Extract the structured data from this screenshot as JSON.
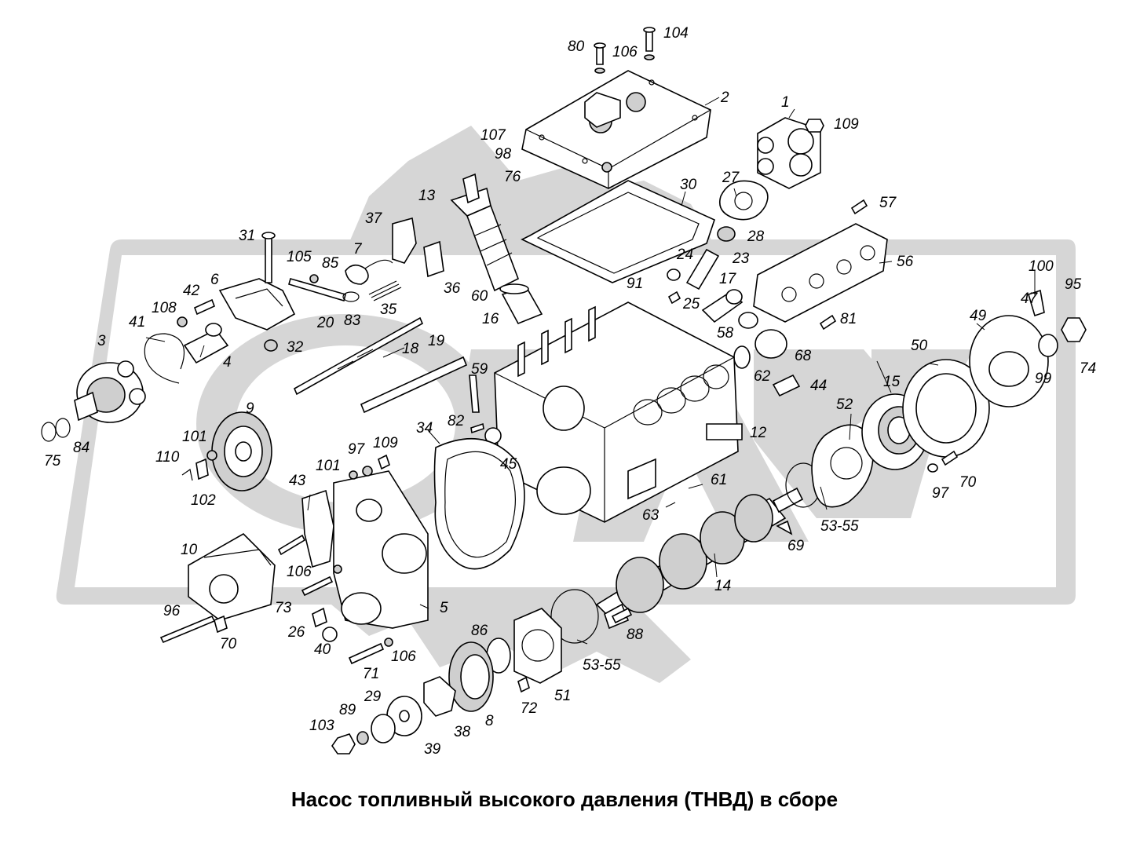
{
  "title": "Насос топливный высокого давления (ТНВД) в сборе",
  "labels": [
    {
      "id": "104"
    },
    {
      "id": "80"
    },
    {
      "id": "106"
    },
    {
      "id": "2"
    },
    {
      "id": "1"
    },
    {
      "id": "109"
    },
    {
      "id": "107"
    },
    {
      "id": "98"
    },
    {
      "id": "76"
    },
    {
      "id": "27"
    },
    {
      "id": "30"
    },
    {
      "id": "57"
    },
    {
      "id": "13"
    },
    {
      "id": "37"
    },
    {
      "id": "28"
    },
    {
      "id": "31"
    },
    {
      "id": "7"
    },
    {
      "id": "105"
    },
    {
      "id": "85"
    },
    {
      "id": "36"
    },
    {
      "id": "24"
    },
    {
      "id": "23"
    },
    {
      "id": "56"
    },
    {
      "id": "6"
    },
    {
      "id": "42"
    },
    {
      "id": "108"
    },
    {
      "id": "60"
    },
    {
      "id": "91"
    },
    {
      "id": "17"
    },
    {
      "id": "100"
    },
    {
      "id": "95"
    },
    {
      "id": "35"
    },
    {
      "id": "20"
    },
    {
      "id": "83"
    },
    {
      "id": "25"
    },
    {
      "id": "47"
    },
    {
      "id": "16"
    },
    {
      "id": "81"
    },
    {
      "id": "49"
    },
    {
      "id": "41"
    },
    {
      "id": "58"
    },
    {
      "id": "4"
    },
    {
      "id": "32"
    },
    {
      "id": "18"
    },
    {
      "id": "3"
    },
    {
      "id": "19"
    },
    {
      "id": "62"
    },
    {
      "id": "68"
    },
    {
      "id": "50"
    },
    {
      "id": "74"
    },
    {
      "id": "99"
    },
    {
      "id": "59"
    },
    {
      "id": "44"
    },
    {
      "id": "15"
    },
    {
      "id": "9"
    },
    {
      "id": "52"
    },
    {
      "id": "82"
    },
    {
      "id": "34"
    },
    {
      "id": "12"
    },
    {
      "id": "75"
    },
    {
      "id": "84"
    },
    {
      "id": "101"
    },
    {
      "id": "97"
    },
    {
      "id": "109"
    },
    {
      "id": "110"
    },
    {
      "id": "45"
    },
    {
      "id": "101"
    },
    {
      "id": "102"
    },
    {
      "id": "70"
    },
    {
      "id": "97"
    },
    {
      "id": "61"
    },
    {
      "id": "43"
    },
    {
      "id": "63"
    },
    {
      "id": "53-55"
    },
    {
      "id": "10"
    },
    {
      "id": "69"
    },
    {
      "id": "106"
    },
    {
      "id": "14"
    },
    {
      "id": "73"
    },
    {
      "id": "5"
    },
    {
      "id": "96"
    },
    {
      "id": "26"
    },
    {
      "id": "86"
    },
    {
      "id": "88"
    },
    {
      "id": "70"
    },
    {
      "id": "40"
    },
    {
      "id": "106"
    },
    {
      "id": "53-55"
    },
    {
      "id": "71"
    },
    {
      "id": "51"
    },
    {
      "id": "29"
    },
    {
      "id": "72"
    },
    {
      "id": "89"
    },
    {
      "id": "8"
    },
    {
      "id": "103"
    },
    {
      "id": "38"
    },
    {
      "id": "39"
    }
  ]
}
